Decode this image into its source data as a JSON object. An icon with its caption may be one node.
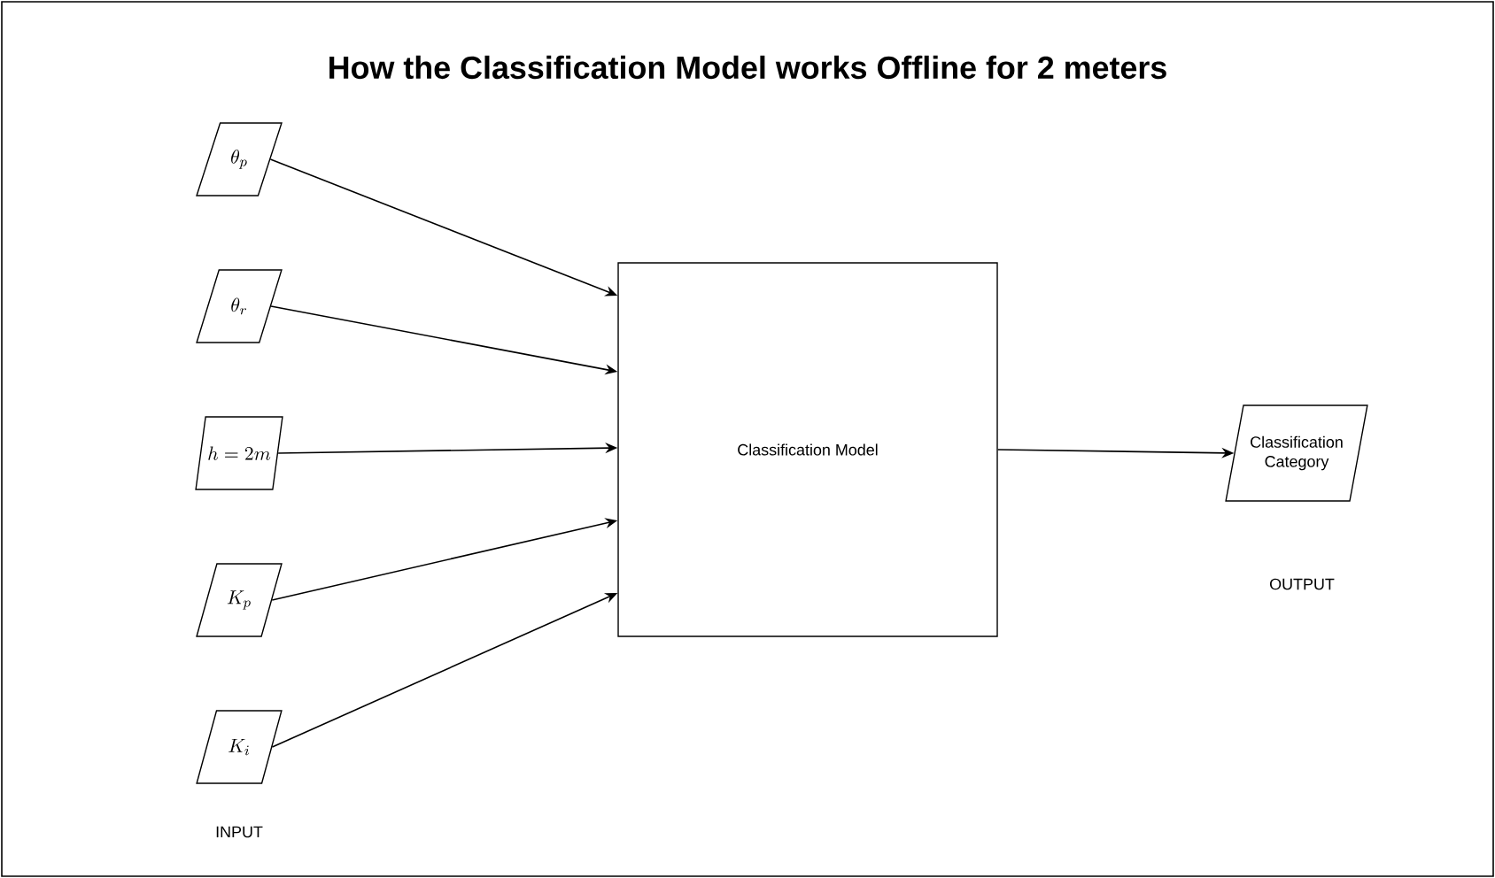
{
  "diagram": {
    "title": "How the Classification Model works Offline for 2 meters",
    "nodes": [
      {
        "text": [
          "\\theta_p"
        ]
      },
      {
        "text": [
          "\\theta_r"
        ]
      },
      {
        "text": [
          "h = 2m"
        ]
      },
      {
        "text": [
          "K_p"
        ]
      },
      {
        "text": [
          "K_i"
        ]
      },
      {
        "text": [
          "Classification Model"
        ]
      },
      {
        "text": [
          "Classification Category"
        ]
      }
    ],
    "edges": [
      {
        "from": 0,
        "to": 5,
        "arrow": "to"
      },
      {
        "from": 1,
        "to": 5,
        "arrow": "to"
      },
      {
        "from": 2,
        "to": 5,
        "arrow": "to"
      },
      {
        "from": 3,
        "to": 5,
        "arrow": "to"
      },
      {
        "from": 4,
        "to": 5,
        "arrow": "to"
      },
      {
        "from": 5,
        "to": 6,
        "arrow": "to"
      }
    ],
    "labels": [
      "INPUT",
      "OUTPUT"
    ]
  }
}
